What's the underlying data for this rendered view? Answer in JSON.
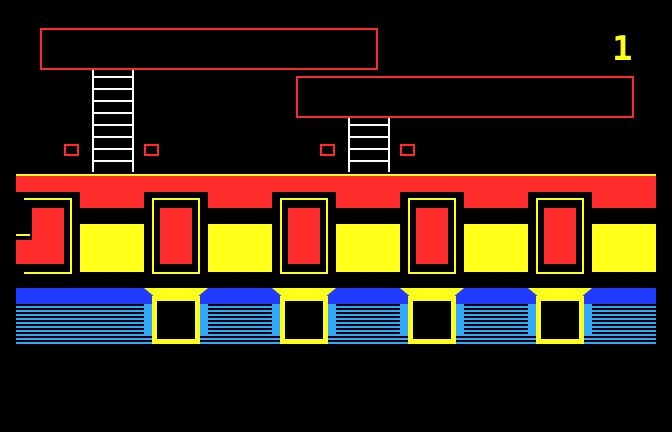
{
  "hud": {
    "score": "1"
  },
  "scene": {
    "pillar_count": 5,
    "door_count": 4,
    "colors": {
      "background": "#000000",
      "red": "#ff2a2a",
      "yellow": "#ffff1a",
      "blue": "#1f3cff",
      "cyan": "#33a8ff",
      "ladder": "#ffffff"
    }
  }
}
